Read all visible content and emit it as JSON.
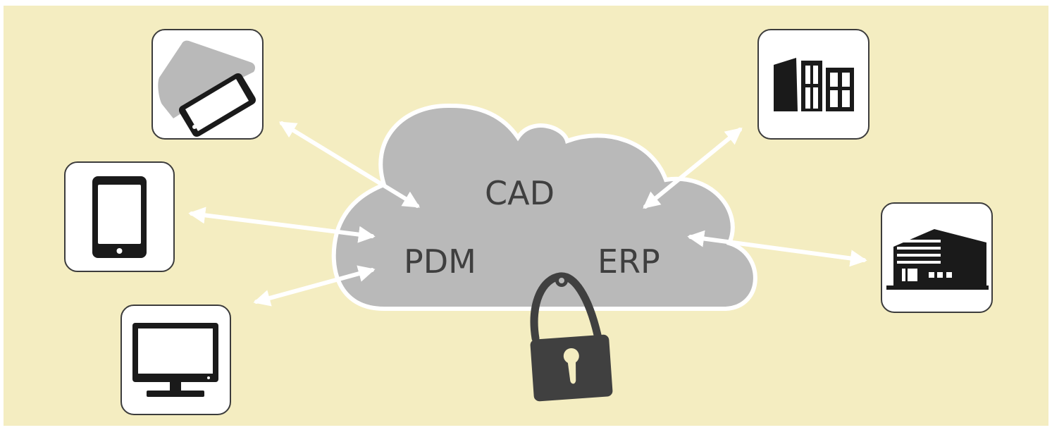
{
  "cloud": {
    "labels": {
      "cad": "CAD",
      "pdm": "PDM",
      "erp": "ERP"
    }
  },
  "colors": {
    "background": "#F4EDC1",
    "cloud_fill": "#B9B9B9",
    "icon_dark": "#1A1A1A",
    "arrow": "#FFFFFF",
    "lock": "#404040"
  },
  "devices": [
    {
      "name": "tablet-with-cover-icon"
    },
    {
      "name": "smartphone-icon"
    },
    {
      "name": "desktop-monitor-icon"
    },
    {
      "name": "building-icon"
    },
    {
      "name": "factory-icon"
    }
  ]
}
